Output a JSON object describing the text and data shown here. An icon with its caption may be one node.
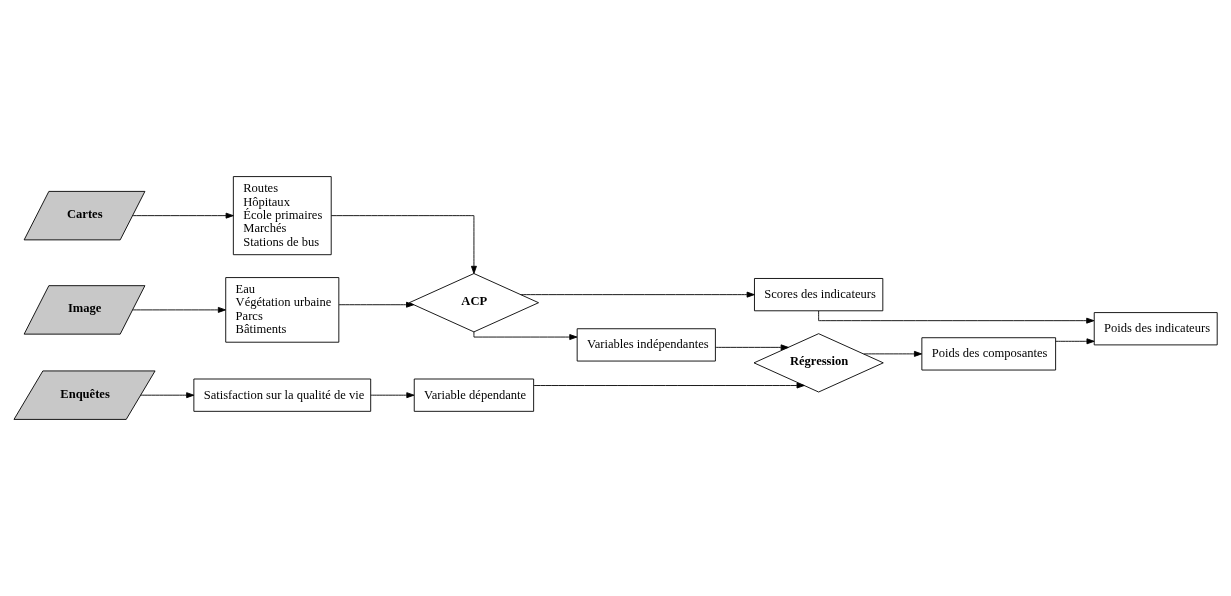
{
  "diagram": {
    "nodes": [
      {
        "text": [
          "Image"
        ]
      },
      {
        "text": [
          "Eau",
          "Végétation urbaine",
          "Parcs",
          "Bâtiments"
        ]
      },
      {
        "text": [
          "Cartes"
        ]
      },
      {
        "text": [
          "Routes",
          "Hôpitaux",
          "École primaires",
          "Marchés",
          "Stations de bus"
        ]
      },
      {
        "text": [
          "Enquêtes"
        ]
      },
      {
        "text": [
          "Satisfaction sur la qualité de vie"
        ]
      },
      {
        "text": [
          "ACP"
        ]
      },
      {
        "text": [
          "Scores des indicateurs"
        ]
      },
      {
        "text": [
          "Variables indépendantes"
        ]
      },
      {
        "text": [
          "Variable dépendante"
        ]
      },
      {
        "text": [
          "Régression"
        ]
      },
      {
        "text": [
          "Poids des composantes"
        ]
      },
      {
        "text": [
          "Poids des indicateurs"
        ]
      }
    ],
    "edges": [
      {
        "from": 0,
        "to": 1,
        "arrow": "to"
      },
      {
        "from": 2,
        "to": 3,
        "arrow": "to"
      },
      {
        "from": 4,
        "to": 5,
        "arrow": "to"
      },
      {
        "from": 1,
        "to": 6,
        "arrow": "to"
      },
      {
        "from": 3,
        "to": 6,
        "arrow": "to"
      },
      {
        "from": 6,
        "to": 7,
        "arrow": "to"
      },
      {
        "from": 6,
        "to": 8,
        "arrow": "to"
      },
      {
        "from": 5,
        "to": 9,
        "arrow": "to"
      },
      {
        "from": 8,
        "to": 10,
        "arrow": "to"
      },
      {
        "from": 9,
        "to": 10,
        "arrow": "to"
      },
      {
        "from": 10,
        "to": 11,
        "arrow": "to"
      },
      {
        "from": 7,
        "to": 12,
        "arrow": "to"
      },
      {
        "from": 11,
        "to": 12,
        "arrow": "to"
      }
    ]
  }
}
